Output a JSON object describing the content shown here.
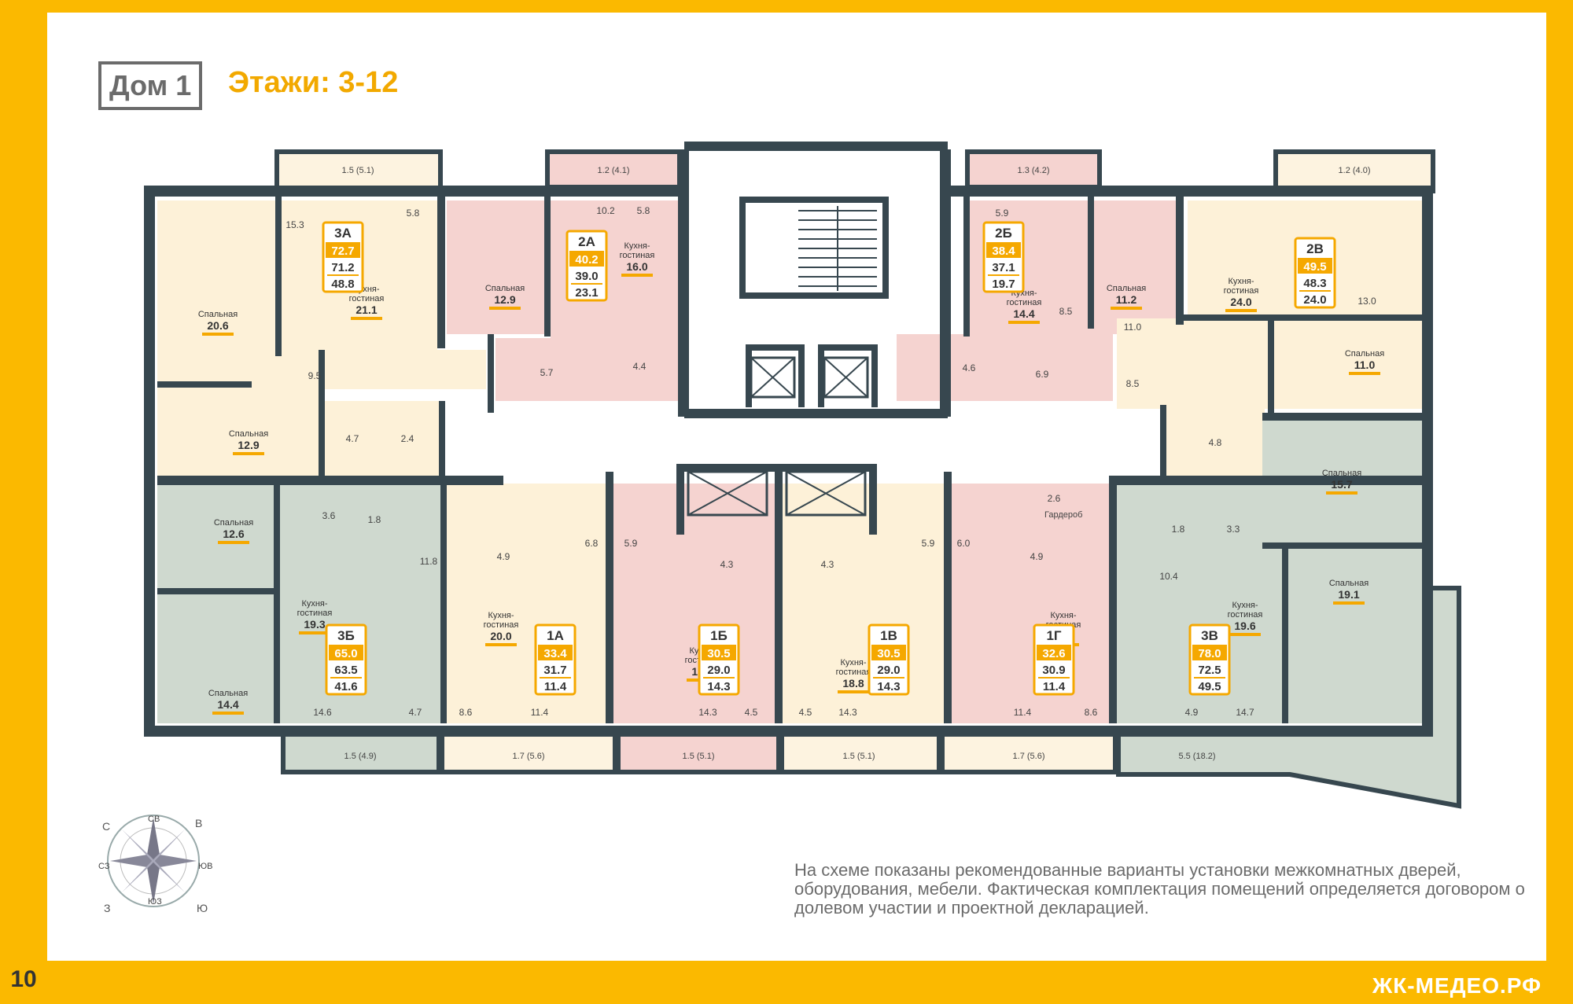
{
  "header": {
    "house": "Дом 1",
    "floors": "Этажи: 3-12"
  },
  "page_number": "10",
  "website": "ЖК-МЕДЕО.РФ",
  "note": "На схеме показаны рекомендованные варианты установки межкомнатных дверей, оборудования, мебели. Фактическая комплектация помещений определяется договором о долевом участии и проектной декларацией.",
  "compass": {
    "n": "С",
    "w": "З",
    "e": "В",
    "s": "Ю",
    "nw": "СЗ",
    "ne": "СВ",
    "se": "ЮВ",
    "sw": "ЮЗ"
  },
  "colors": {
    "frame": "#fbb900",
    "wall": "#37474f",
    "badge": "#f5a800",
    "room_cream": "#fdf1d8",
    "room_pink": "#f5d3d0",
    "room_green": "#cfd9cf",
    "balcony_cream": "#fdf3e0"
  },
  "apartments": [
    {
      "code": "3А",
      "total": "72.7",
      "living": "71.2",
      "rooms": "48.8"
    },
    {
      "code": "2А",
      "total": "40.2",
      "living": "39.0",
      "rooms": "23.1"
    },
    {
      "code": "2Б",
      "total": "38.4",
      "living": "37.1",
      "rooms": "19.7"
    },
    {
      "code": "2В",
      "total": "49.5",
      "living": "48.3",
      "rooms": "24.0"
    },
    {
      "code": "3Б",
      "total": "65.0",
      "living": "63.5",
      "rooms": "41.6"
    },
    {
      "code": "1А",
      "total": "33.4",
      "living": "31.7",
      "rooms": "11.4"
    },
    {
      "code": "1Б",
      "total": "30.5",
      "living": "29.0",
      "rooms": "14.3"
    },
    {
      "code": "1В",
      "total": "30.5",
      "living": "29.0",
      "rooms": "14.3"
    },
    {
      "code": "1Г",
      "total": "32.6",
      "living": "30.9",
      "rooms": "11.4"
    },
    {
      "code": "3В",
      "total": "78.0",
      "living": "72.5",
      "rooms": "49.5"
    }
  ],
  "rooms": [
    {
      "label": "Спальная",
      "area": "20.6"
    },
    {
      "label": "Спальная",
      "area": "12.9"
    },
    {
      "label": "Кухня-гостиная",
      "area": "21.1"
    },
    {
      "label": "Спальная",
      "area": "12.9"
    },
    {
      "label": "Кухня-гостиная",
      "area": "16.0"
    },
    {
      "label": "Кухня-гостиная",
      "area": "14.4"
    },
    {
      "label": "Спальная",
      "area": "11.2"
    },
    {
      "label": "Кухня-гостиная",
      "area": "24.0"
    },
    {
      "label": "Спальная",
      "area": "11.0"
    },
    {
      "label": "Спальная",
      "area": "15.7"
    },
    {
      "label": "Спальная",
      "area": "19.1"
    },
    {
      "label": "Кухня-гостиная",
      "area": "19.6"
    },
    {
      "label": "Спальная",
      "area": "12.6"
    },
    {
      "label": "Кухня-гостиная",
      "area": "19.3"
    },
    {
      "label": "Спальная",
      "area": "14.4"
    },
    {
      "label": "Кухня-гостиная",
      "area": "20.0"
    },
    {
      "label": "Кухня-гостиная",
      "area": "18.8"
    },
    {
      "label": "Кухня-гостиная",
      "area": "18.8"
    },
    {
      "label": "Кухня-гостиная",
      "area": "20.0"
    }
  ],
  "aux_areas": [
    "15.3",
    "5.8",
    "9.5",
    "4.7",
    "2.4",
    "10.2",
    "5.8",
    "5.7",
    "4.4",
    "5.9",
    "8.5",
    "4.6",
    "6.9",
    "11.0",
    "13.0",
    "8.5",
    "4.8",
    "3.6",
    "1.8",
    "11.8",
    "4.9",
    "6.8",
    "5.9",
    "4.3",
    "4.3",
    "5.9",
    "6.0",
    "4.9",
    "1.8",
    "3.3",
    "10.4",
    "2.6",
    "14.6",
    "4.7",
    "8.6",
    "11.4",
    "14.3",
    "4.5",
    "4.5",
    "14.3",
    "11.4",
    "8.6",
    "4.9",
    "14.7"
  ],
  "closet": {
    "label": "Гардероб",
    "area": "2.6"
  },
  "balconies": [
    "1.5 (5.1)",
    "1.2 (4.1)",
    "1.3 (4.2)",
    "1.2 (4.0)",
    "1.5 (4.9)",
    "1.7 (5.6)",
    "1.5 (5.1)",
    "1.5 (5.1)",
    "1.7 (5.6)",
    "5.5 (18.2)"
  ]
}
